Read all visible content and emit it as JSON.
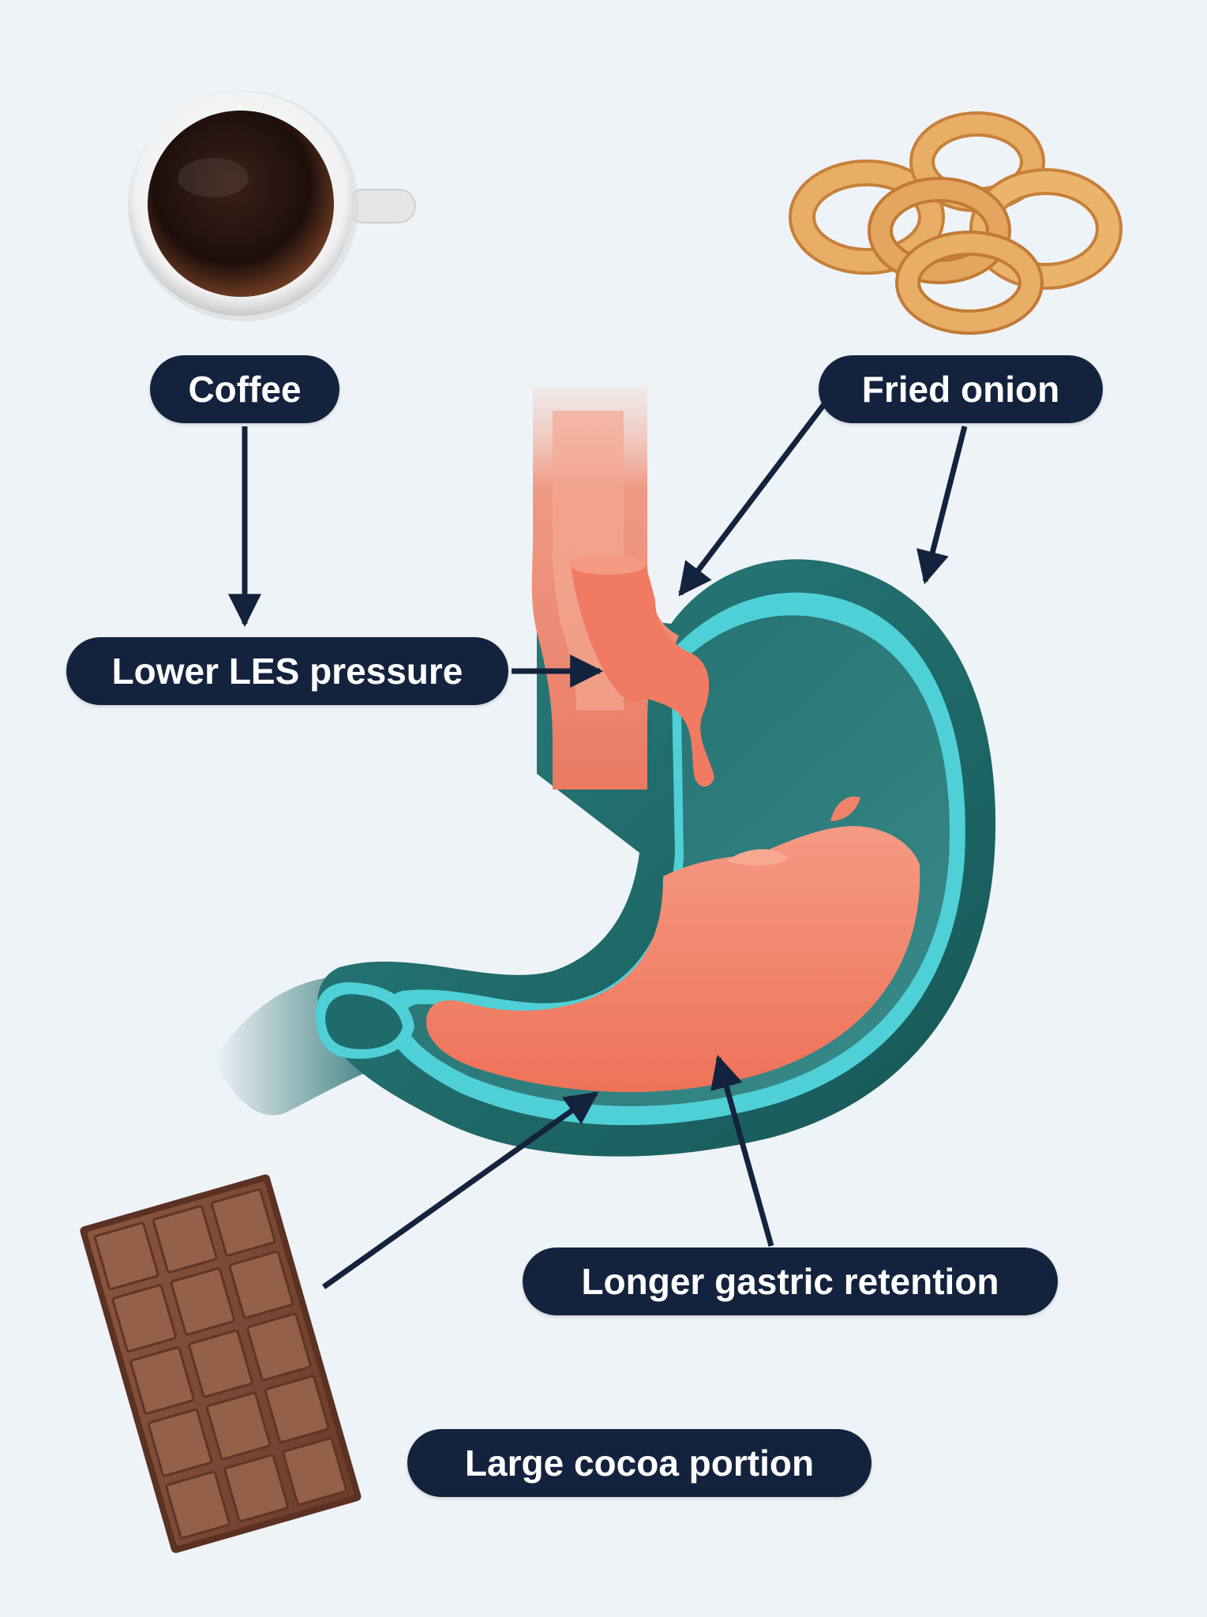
{
  "labels": {
    "coffee": "Coffee",
    "fried_onion": "Fried onion",
    "lower_les_pressure": "Lower LES pressure",
    "longer_gastric_retention": "Longer gastric retention",
    "large_cocoa_portion": "Large cocoa portion"
  },
  "colors": {
    "background": "#eef3f7",
    "label_fill": "#14233d",
    "label_text": "#ffffff",
    "arrow": "#14233d",
    "stomach_wall": "#1f6b6b",
    "stomach_lining": "#4fd0d6",
    "gastric_contents": "#f2836b",
    "chocolate": "#7a4a36",
    "coffee": "#2a1712",
    "onion_ring": "#e0a25a"
  },
  "icons": [
    "coffee-cup-icon",
    "onion-rings-icon",
    "chocolate-bar-icon",
    "stomach-illustration"
  ]
}
